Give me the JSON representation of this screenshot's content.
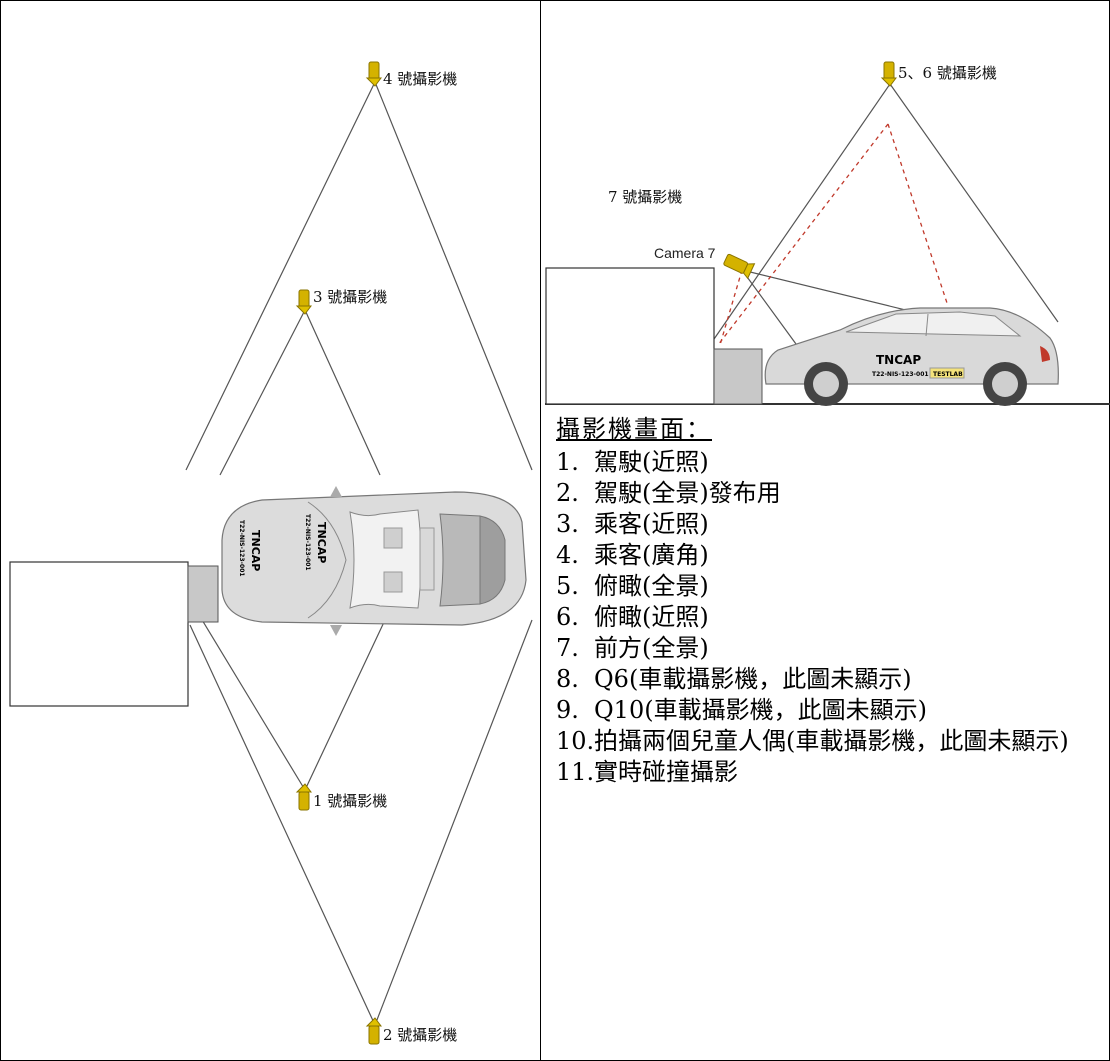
{
  "left_diagram": {
    "camera_labels": {
      "cam4": "4 號攝影機",
      "cam3": "3 號攝影機",
      "cam1": "1 號攝影機",
      "cam2": "2 號攝影機"
    },
    "car_markings": {
      "brand": "TNCAP",
      "plate": "T22-NIS-123-001"
    }
  },
  "right_diagram": {
    "camera_labels": {
      "cam56": "5、6 號攝影機",
      "cam7_zh": "7 號攝影機",
      "cam7_en": "Camera 7"
    },
    "car_markings": {
      "brand": "TNCAP",
      "plate": "T22-NIS-123-001",
      "badge": "TESTLAB"
    }
  },
  "legend": {
    "title": "攝影機畫面：",
    "items": [
      {
        "num": "1.",
        "text": "駕駛(近照)"
      },
      {
        "num": "2.",
        "text": "駕駛(全景)發布用"
      },
      {
        "num": "3.",
        "text": "乘客(近照)"
      },
      {
        "num": "4.",
        "text": "乘客(廣角)"
      },
      {
        "num": "5.",
        "text": "俯瞰(全景)"
      },
      {
        "num": "6.",
        "text": "俯瞰(近照)"
      },
      {
        "num": "7.",
        "text": "前方(全景)"
      },
      {
        "num": "8.",
        "text": "Q6(車載攝影機，此圖未顯示)"
      },
      {
        "num": "9.",
        "text": "Q10(車載攝影機，此圖未顯示)"
      },
      {
        "num": "10.",
        "text": "拍攝兩個兒童人偶(車載攝影機，此圖未顯示)"
      },
      {
        "num": "11.",
        "text": "實時碰撞攝影"
      }
    ]
  },
  "colors": {
    "camera_body": "#d4b200",
    "line": "#555555",
    "dashed_red": "#c0392b",
    "barrier_fill": "#ffffff",
    "block_fill": "#c8c8c8",
    "car_body": "#d9d9d9"
  }
}
